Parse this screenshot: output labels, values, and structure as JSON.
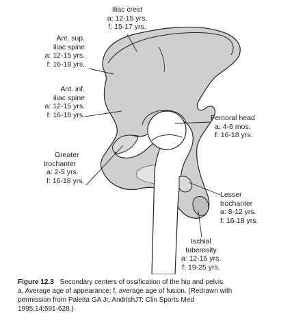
{
  "labels": {
    "iliac_crest": {
      "name": "Iliac crest",
      "appear": "a: 12-15 yrs.",
      "fuse": "f: 15-17 yrs."
    },
    "asis": {
      "name1": "Ant. sup.",
      "name2": "iliac spine",
      "appear": "a: 12-15 yrs.",
      "fuse": "f: 16-18 yrs."
    },
    "aiis": {
      "name1": "Ant. inf.",
      "name2": "iliac spine",
      "appear": "a: 12-15 yrs.",
      "fuse": "f: 16-18 yrs."
    },
    "femoral_head": {
      "name": "Femoral head",
      "appear": "a: 4-6 mos.",
      "fuse": "f: 16-18 yrs."
    },
    "greater_trochanter": {
      "name1": "Greater",
      "name2": "trochanter",
      "appear": "a: 2-5 yrs.",
      "fuse": "f: 16-18 yrs."
    },
    "lesser_trochanter": {
      "name1": "Lesser",
      "name2": "trochanter",
      "appear": "a: 8-12 yrs.",
      "fuse": "f: 16-18 yrs."
    },
    "ischial_tuberosity": {
      "name1": "Ischial",
      "name2": "tuberosity",
      "appear": "a: 12-15 yrs.",
      "fuse": "f: 19-25 yrs."
    }
  },
  "caption": {
    "figure_label": "Figure 12.3",
    "text1": "Secondary centers of ossification of the hip and pelvis.",
    "text2": "a, Average age of appearance; f, average age of fusion. (Redrawn with",
    "text3": "permission from Paletta GA Jr, AndrishJT: Clin Sports Med",
    "text4": "1995;14:591-628.)"
  },
  "colors": {
    "bone_fill": "#cfcfcf",
    "bone_stroke": "#222222",
    "shaft_fill": "#ffffff"
  }
}
